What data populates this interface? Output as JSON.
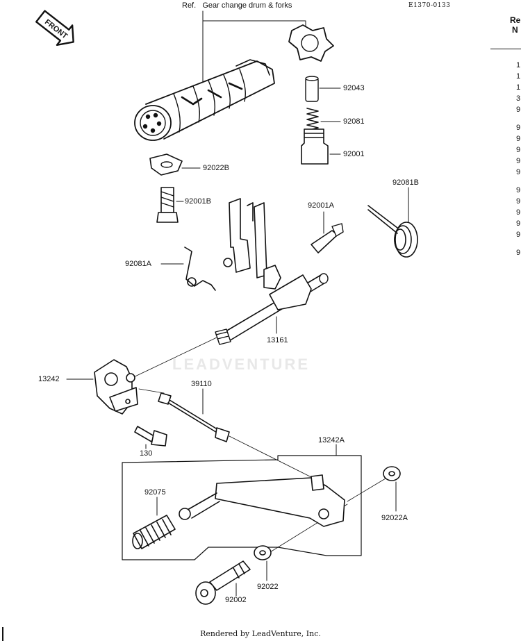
{
  "header": {
    "ref_label": "Ref.",
    "ref_title": "Gear change drum & forks",
    "diagram_code": "E1370-0133",
    "front_label": "FRONT"
  },
  "parts": {
    "p92043": "92043",
    "p92081": "92081",
    "p92001": "92001",
    "p92022B": "92022B",
    "p92001B": "92001B",
    "p92001A": "92001A",
    "p92081B": "92081B",
    "p92081A": "92081A",
    "p13161": "13161",
    "p13242": "13242",
    "p39110": "39110",
    "p130": "130",
    "p13242A": "13242A",
    "p92075": "92075",
    "p92022A": "92022A",
    "p92022": "92022",
    "p92002": "92002"
  },
  "side_column": {
    "head": [
      "Re",
      "N"
    ],
    "numbers": [
      "1",
      "1",
      "1",
      "3",
      "9",
      "9",
      "9",
      "9",
      "9",
      "9",
      "9",
      "9",
      "9",
      "9",
      "9",
      "9"
    ]
  },
  "watermark": "LEADVENTURE",
  "footer": "Rendered by LeadVenture, Inc."
}
